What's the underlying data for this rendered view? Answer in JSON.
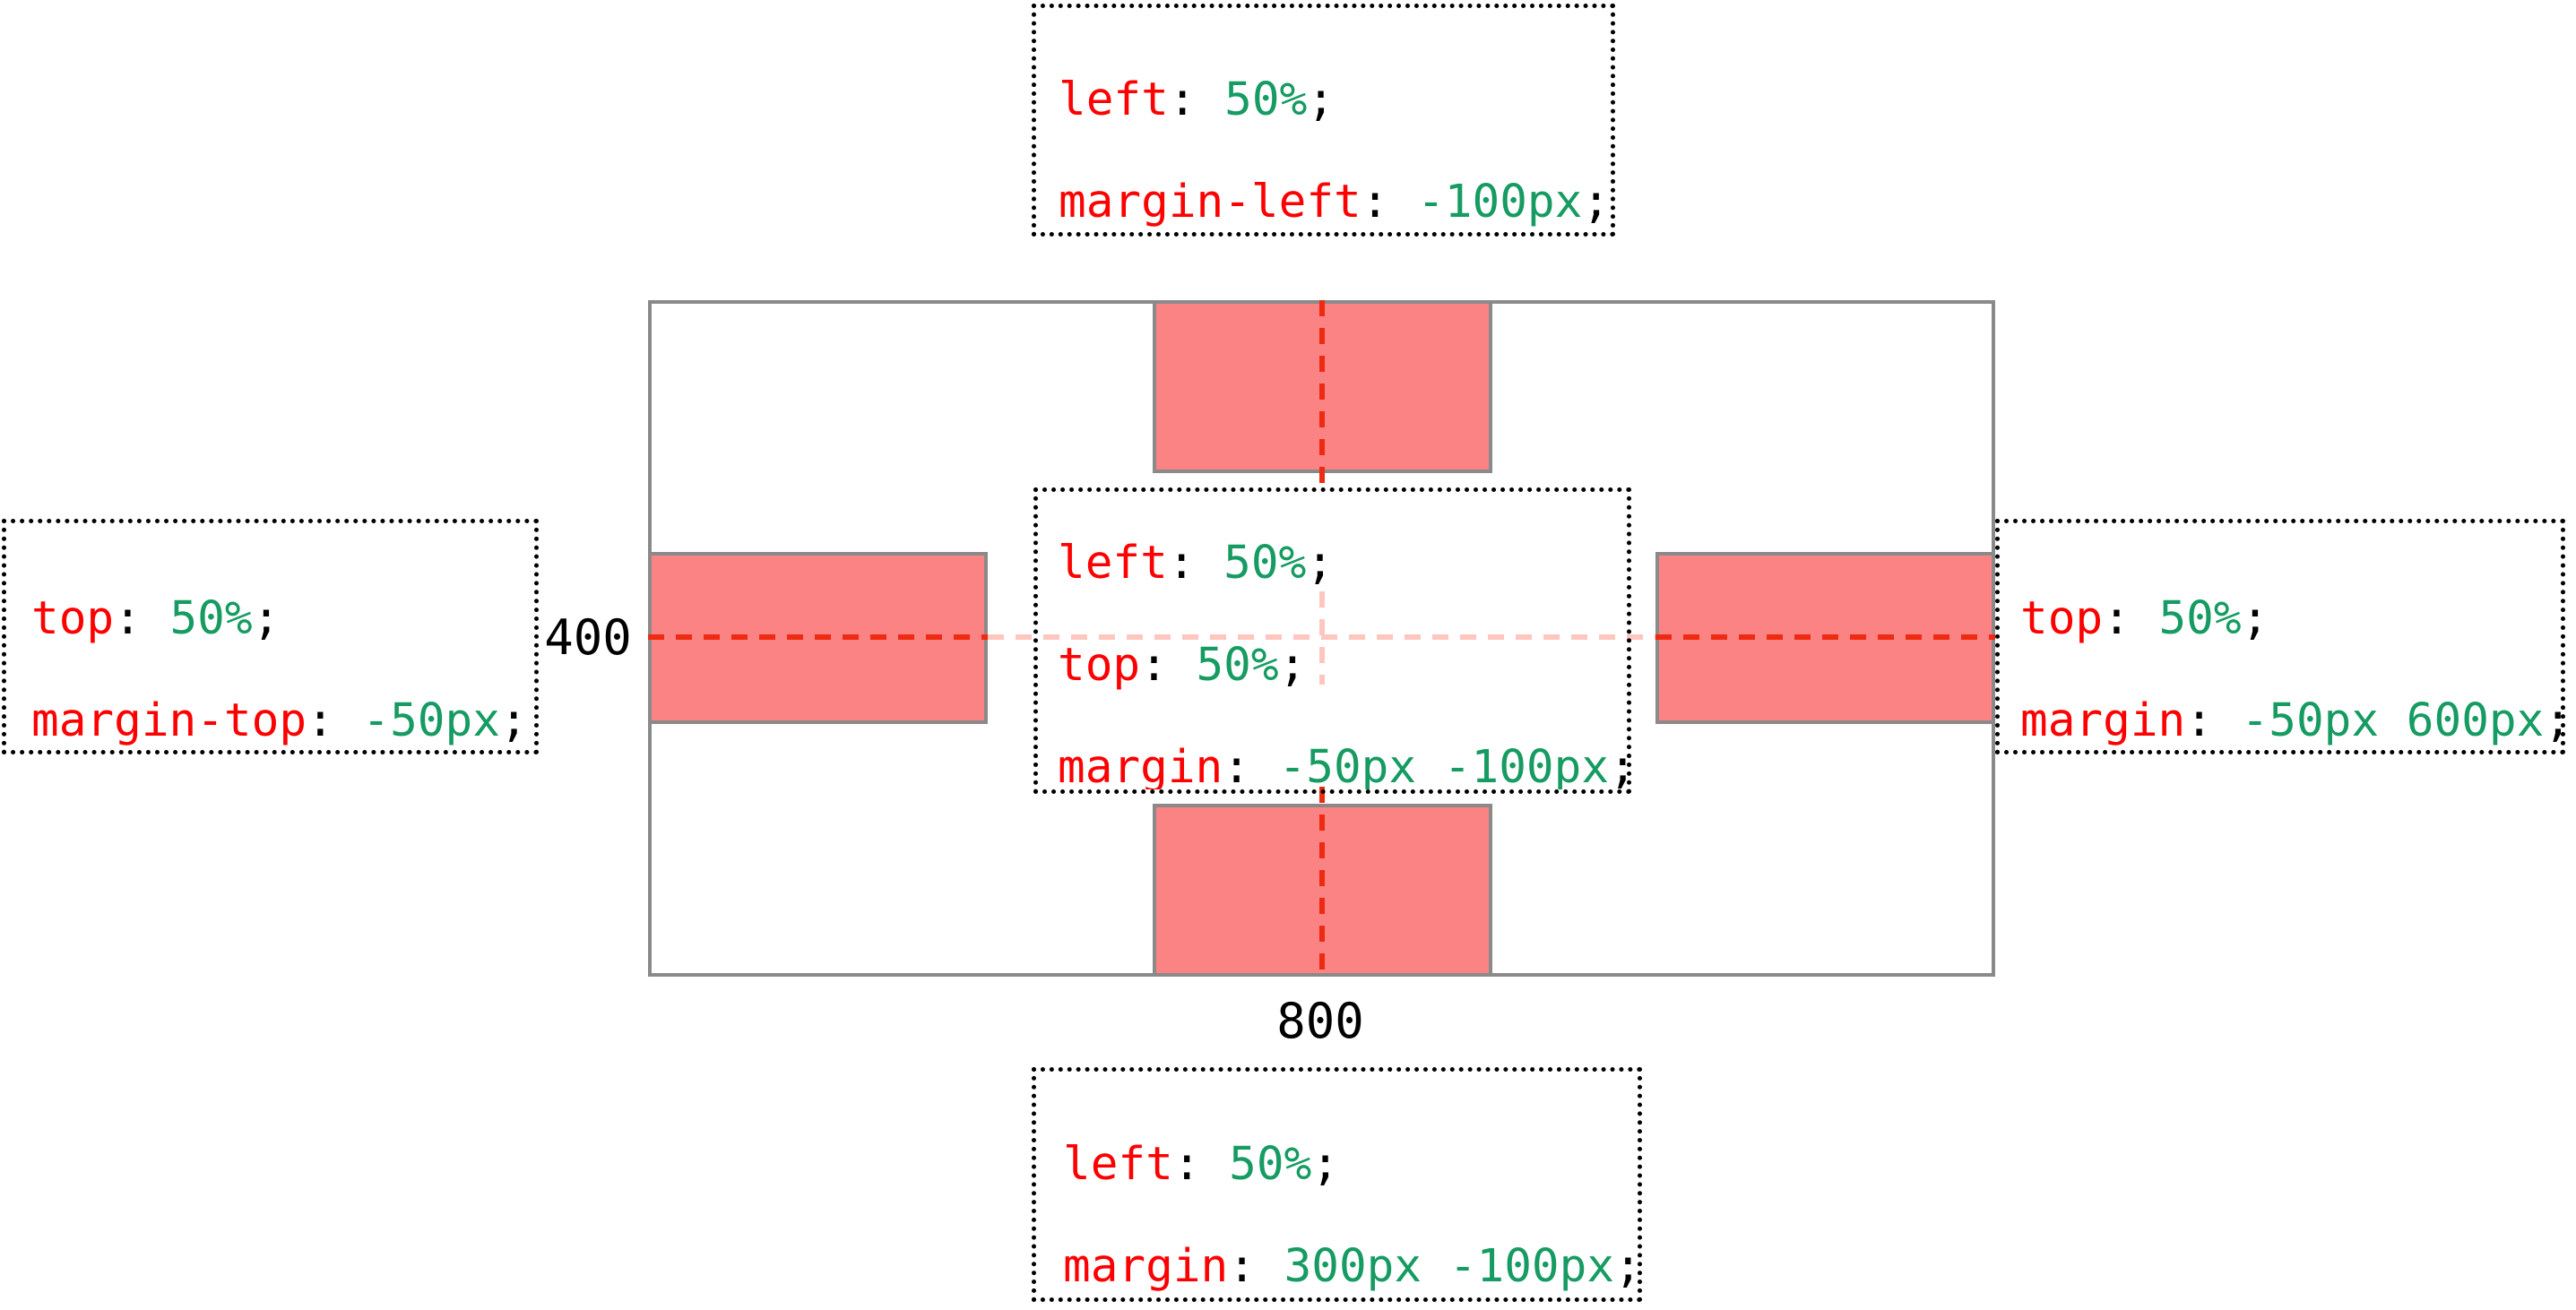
{
  "colors": {
    "pink_fill": "#fc8383",
    "gray_border": "#8a8a8a",
    "dash_red": "#ee2a12",
    "dash_faint": "#ffc6c0",
    "prop_red": "#fe0000",
    "value_green": "#169b62"
  },
  "punct": {
    "colon": ":",
    "semicolon": ";"
  },
  "labels": {
    "container_height": "400",
    "container_width": "800"
  },
  "code_boxes": {
    "top": {
      "lines": [
        {
          "prop": "left",
          "value": "50%"
        },
        {
          "prop": "margin-left",
          "value": "-100px"
        }
      ]
    },
    "center": {
      "lines": [
        {
          "prop": "left",
          "value": "50%"
        },
        {
          "prop": "top",
          "value": "50%"
        },
        {
          "prop": "margin",
          "value": "-50px -100px"
        }
      ]
    },
    "left": {
      "lines": [
        {
          "prop": "top",
          "value": "50%"
        },
        {
          "prop": "margin-top",
          "value": "-50px"
        }
      ]
    },
    "right": {
      "lines": [
        {
          "prop": "top",
          "value": "50%"
        },
        {
          "prop": "margin",
          "value": "-50px 600px"
        }
      ]
    },
    "bottom": {
      "lines": [
        {
          "prop": "left",
          "value": "50%"
        },
        {
          "prop": "margin",
          "value": "300px -100px"
        }
      ]
    }
  }
}
